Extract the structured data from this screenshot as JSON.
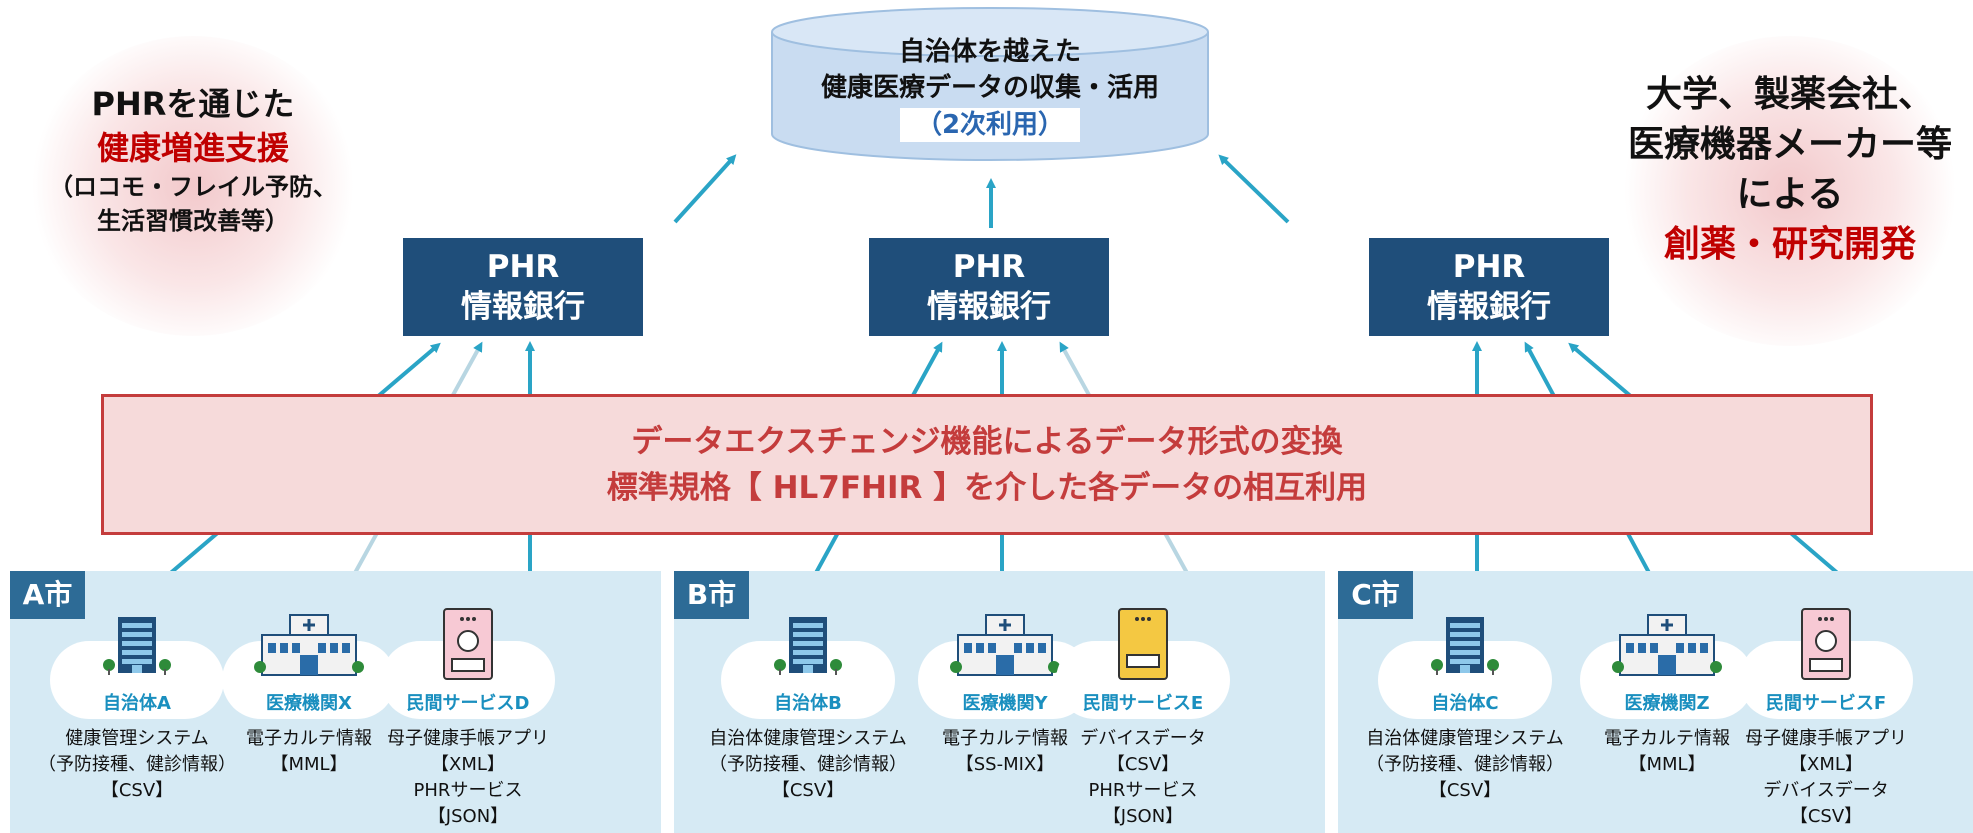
{
  "secondary_use": {
    "line1": "自治体を越えた",
    "line2": "健康医療データの収集・活用",
    "line3": "（2次利用）"
  },
  "left_circle": {
    "line1": "PHRを通じた",
    "line2": "健康増進支援",
    "line3": "（ロコモ・フレイル予防、",
    "line4": "生活習慣改善等）"
  },
  "right_circle": {
    "line1": "大学、製薬会社、",
    "line2": "医療機器メーカー等",
    "line3": "による",
    "line4": "創薬・研究開発"
  },
  "phr_banks": [
    {
      "line1": "PHR",
      "line2": "情報銀行"
    },
    {
      "line1": "PHR",
      "line2": "情報銀行"
    },
    {
      "line1": "PHR",
      "line2": "情報銀行"
    }
  ],
  "exchange": {
    "line1": "データエクスチェンジ機能によるデータ形式の変換",
    "line2": "標準規格【 HL7FHIR 】を介した各データの相互利用"
  },
  "cities": [
    {
      "name": "A市",
      "orgs": [
        {
          "icon": "building-icon",
          "name": "自治体A",
          "desc": [
            "健康管理システム",
            "（予防接種、健診情報）",
            "【CSV】"
          ]
        },
        {
          "icon": "hospital-icon",
          "name": "医療機関X",
          "desc": [
            "電子カルテ情報",
            "【MML】"
          ]
        },
        {
          "icon": "mother-child-handbook-icon",
          "name": "民間サービスD",
          "desc": [
            "母子健康手帳アプリ",
            "【XML】",
            "PHRサービス",
            "【JSON】"
          ]
        }
      ]
    },
    {
      "name": "B市",
      "orgs": [
        {
          "icon": "building-icon",
          "name": "自治体B",
          "desc": [
            "自治体健康管理システム",
            "（予防接種、健診情報）",
            "【CSV】"
          ]
        },
        {
          "icon": "hospital-icon",
          "name": "医療機関Y",
          "desc": [
            "電子カルテ情報",
            "【SS-MIX】"
          ]
        },
        {
          "icon": "device-icon",
          "name": "民間サービスE",
          "desc": [
            "デバイスデータ",
            "【CSV】",
            "PHRサービス",
            "【JSON】"
          ]
        }
      ]
    },
    {
      "name": "C市",
      "orgs": [
        {
          "icon": "building-icon",
          "name": "自治体C",
          "desc": [
            "自治体健康管理システム",
            "（予防接種、健診情報）",
            "【CSV】"
          ]
        },
        {
          "icon": "hospital-icon",
          "name": "医療機関Z",
          "desc": [
            "電子カルテ情報",
            "【MML】"
          ]
        },
        {
          "icon": "mother-child-handbook-icon",
          "name": "民間サービスF",
          "desc": [
            "母子健康手帳アプリ",
            "【XML】",
            "デバイスデータ",
            "【CSV】"
          ]
        }
      ]
    }
  ],
  "colors": {
    "phr_box": "#1f4e7a",
    "arrow": "#2aa4c6",
    "exchange_text": "#c43c3c",
    "city_tag": "#2d6b96",
    "org_name": "#1a8fbf",
    "db_fill": "#c9dcf1"
  }
}
